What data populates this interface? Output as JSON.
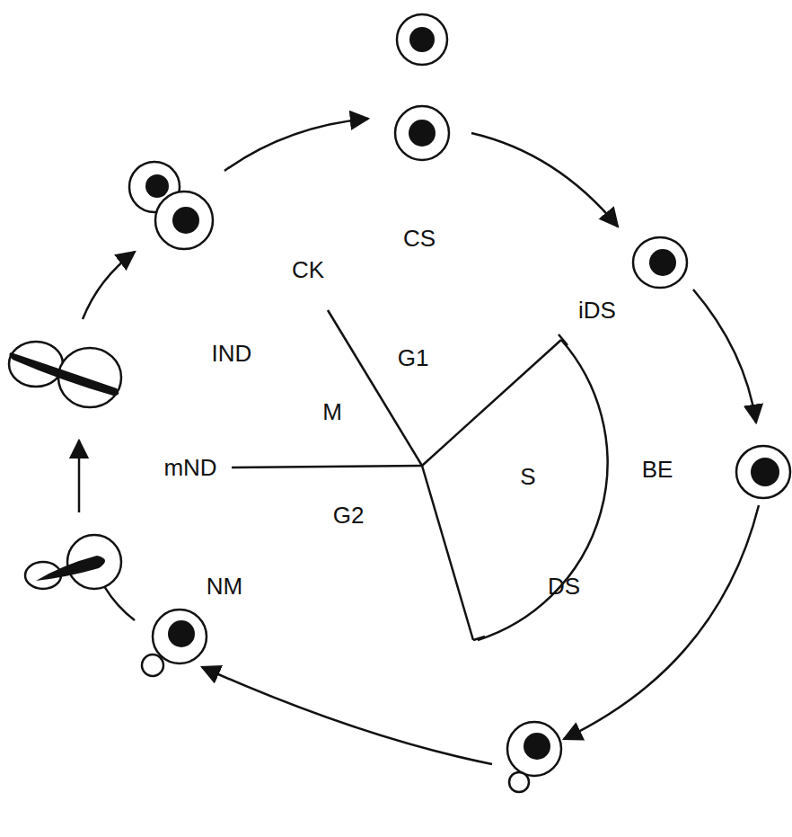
{
  "diagram": {
    "labels": [
      "CS",
      "CK",
      "iDS",
      "G1",
      "IND",
      "M",
      "mND",
      "S",
      "BE",
      "G2",
      "DS",
      "NM"
    ]
  }
}
